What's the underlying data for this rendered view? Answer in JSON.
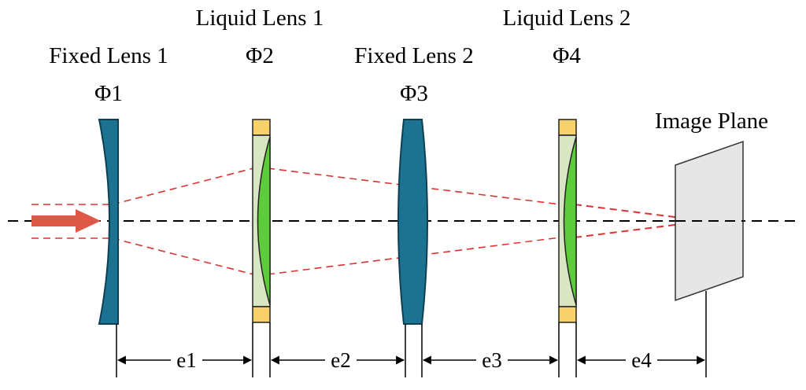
{
  "labels": {
    "fixed_lens_1": "Fixed Lens 1",
    "phi_1": "Φ1",
    "liquid_lens_1": "Liquid Lens 1",
    "phi_2": "Φ2",
    "fixed_lens_2": "Fixed Lens 2",
    "phi_3": "Φ3",
    "liquid_lens_2": "Liquid Lens 2",
    "phi_4": "Φ4",
    "image_plane": "Image Plane"
  },
  "distances": {
    "e1": "e1",
    "e2": "e2",
    "e3": "e3",
    "e4": "e4"
  },
  "colors": {
    "fixed_lens_fill": "#1c7391",
    "fixed_lens_stroke": "#0f3f52",
    "liquid_body_fill": "#d9e6c4",
    "liquid_lens_fill": "#5ecb3a",
    "liquid_cap_fill": "#f7d26b",
    "ray_color": "#dd3333",
    "arrow_color": "#de5848",
    "image_plane_fill": "#e6e6e6"
  }
}
